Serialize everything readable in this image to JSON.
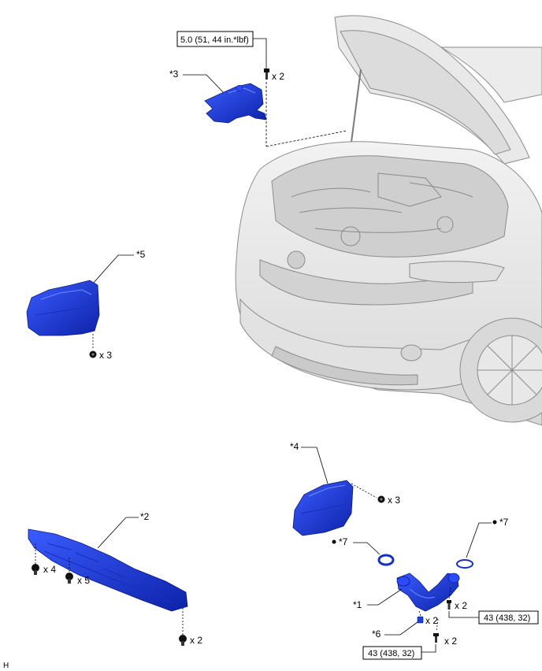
{
  "colors": {
    "part": "#1f3fd6",
    "part_dark": "#0e1f8a",
    "car_body": "#e6e6e6",
    "car_line": "#9a9a9a"
  },
  "torque_top": "5.0 (51, 44 in.*lbf)",
  "torque_pipe_a": "43 (438, 32)",
  "torque_pipe_b": "43 (438, 32)",
  "qty_top": "x 2",
  "qty_5": "x 3",
  "qty_4": "x 3",
  "qty_2a": "x 4",
  "qty_2b": "x 5",
  "qty_2c": "x 2",
  "qty_1": "x 2",
  "qty_6": "x 2",
  "qty_pipe_bolt": "x 2",
  "callout_3": "*3",
  "callout_5": "*5",
  "callout_4": "*4",
  "callout_2": "*2",
  "callout_7a": "*7",
  "callout_7b": "*7",
  "callout_1": "*1",
  "callout_6": "*6",
  "corner_letter": "H",
  "icons": {
    "bolt": "bolt-icon",
    "nut": "nut-icon",
    "bullet": "bullet-icon"
  }
}
